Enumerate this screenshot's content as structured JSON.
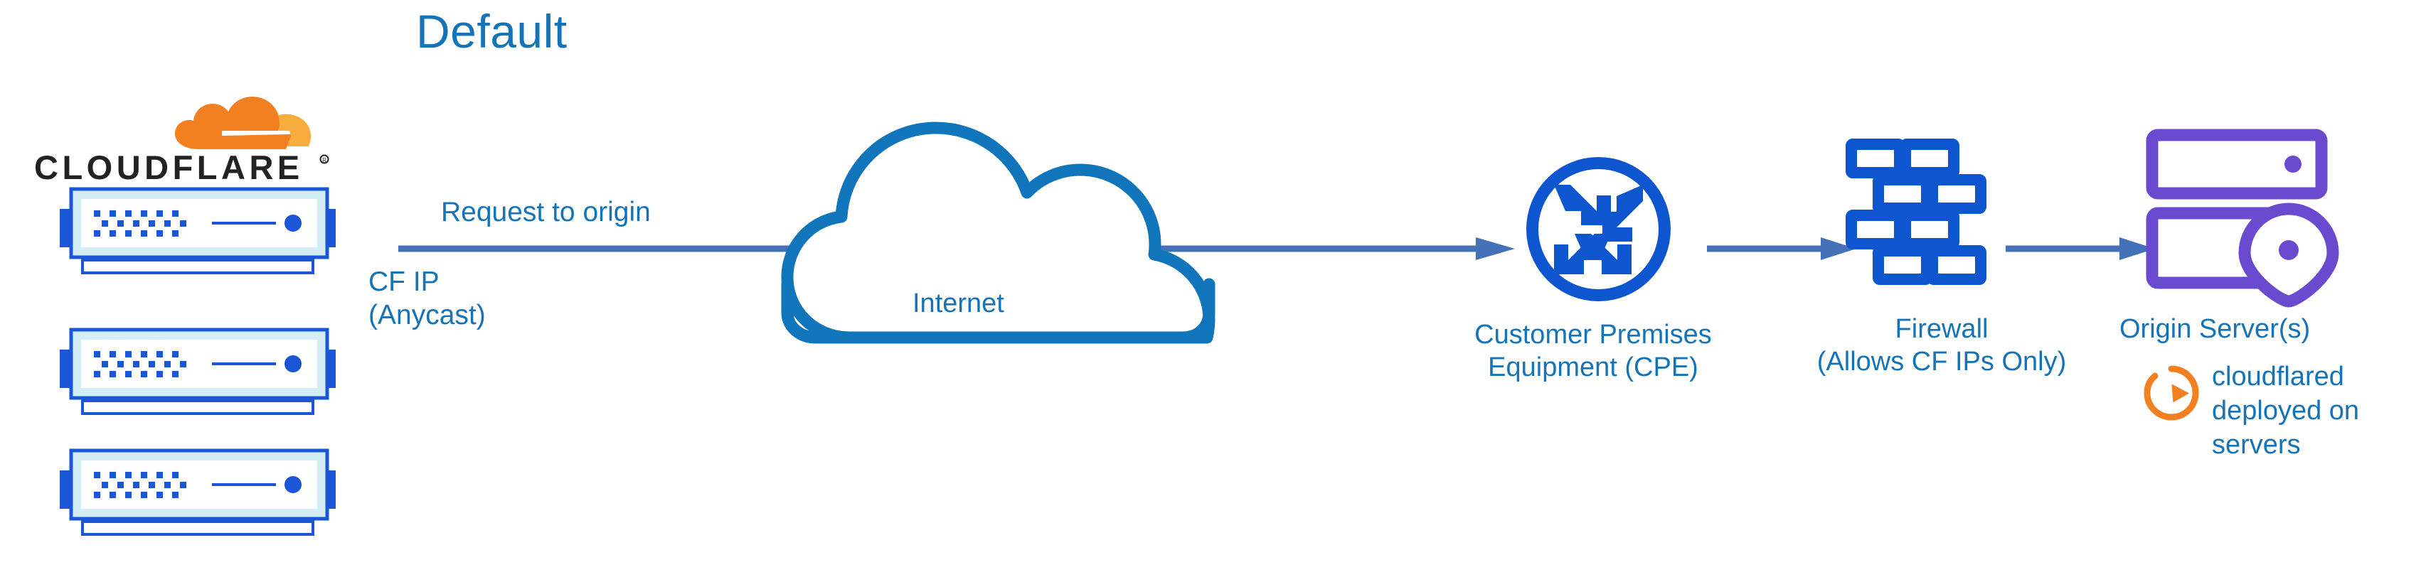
{
  "title": "Default",
  "colors": {
    "title_blue": "#1573b8",
    "label_blue": "#1573b8",
    "arrow_blue": "#4472b8",
    "node_blue": "#1175bc",
    "icon_blue": "#0d56d0",
    "server_blue": "#1a56d6",
    "server_inner": "#d4eef5",
    "origin_purple": "#6a4bcf",
    "cf_orange": "#f38020",
    "cf_orange_light": "#faad3f",
    "wordmark_black": "#222222"
  },
  "brand": {
    "wordmark": "CLOUDFLARE",
    "registered_mark": "®",
    "logo_icon": "cloudflare-cloud-icon",
    "server_count": 3
  },
  "flow": {
    "request_label": "Request to origin",
    "cf_ip_lines": [
      "CF IP",
      "(Anycast)"
    ],
    "arrows": [
      {
        "name": "arrow-edge-to-cpe",
        "from": "cloudflare-servers",
        "to": "customer-premises-equipment"
      },
      {
        "name": "arrow-cpe-to-firewall",
        "from": "customer-premises-equipment",
        "to": "firewall"
      },
      {
        "name": "arrow-firewall-to-origin",
        "from": "firewall",
        "to": "origin-server"
      }
    ]
  },
  "nodes": {
    "internet": {
      "label": "Internet",
      "icon": "cloud-icon"
    },
    "cpe": {
      "label_lines": [
        "Customer Premises",
        "Equipment (CPE)"
      ],
      "icon": "router-icon"
    },
    "firewall": {
      "label_lines": [
        "Firewall",
        "(Allows CF IPs Only)"
      ],
      "icon": "brick-wall-icon"
    },
    "origin": {
      "label": "Origin Server(s)",
      "icon": "server-rack-pin-icon"
    }
  },
  "annotation": {
    "cloudflared_icon": "sync-circular-arrow-icon",
    "cloudflared_lines": [
      "cloudflared",
      "deployed on",
      "servers"
    ]
  }
}
